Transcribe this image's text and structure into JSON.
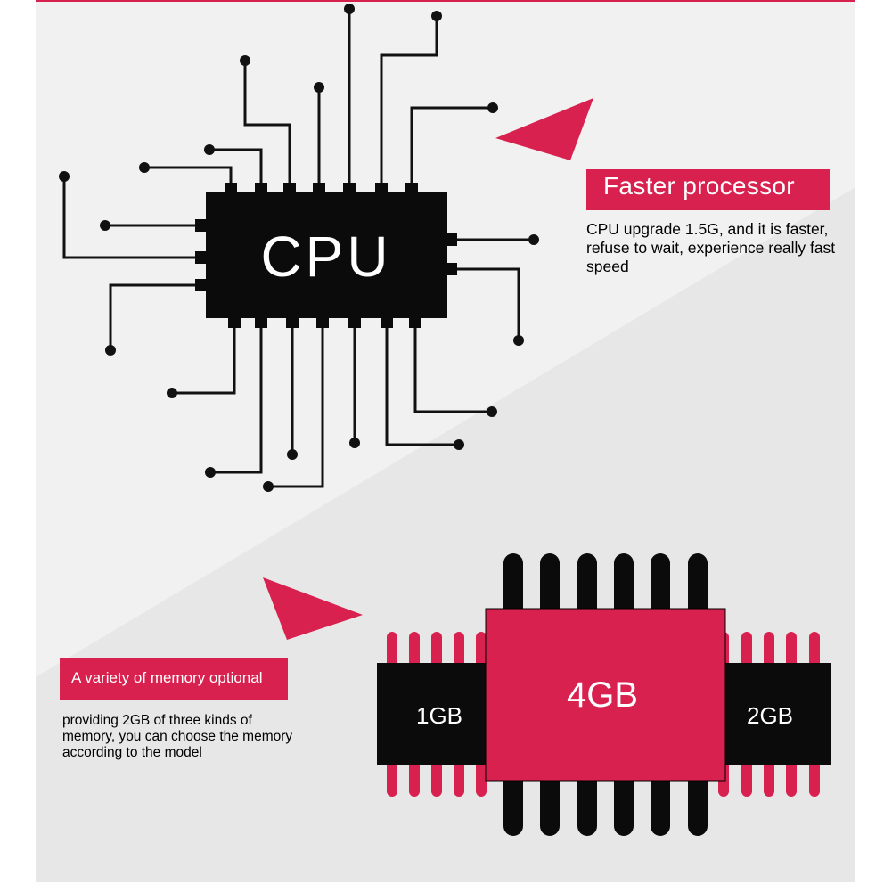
{
  "colors": {
    "accent": "#d8214f",
    "chip": "#0b0b0b",
    "background_light": "#f0efef",
    "background_band": "#e8e7e7"
  },
  "cpu_section": {
    "chip_label": "CPU",
    "heading": "Faster processor",
    "description": "CPU upgrade 1.5G,  and it is faster, refuse to wait, experience really fast speed"
  },
  "memory_section": {
    "heading": "A variety of memory optional",
    "description": "providing 2GB of three kinds of memory, you can choose the memory according to the model",
    "options": {
      "left": "1GB",
      "center": "4GB",
      "right": "2GB"
    }
  }
}
